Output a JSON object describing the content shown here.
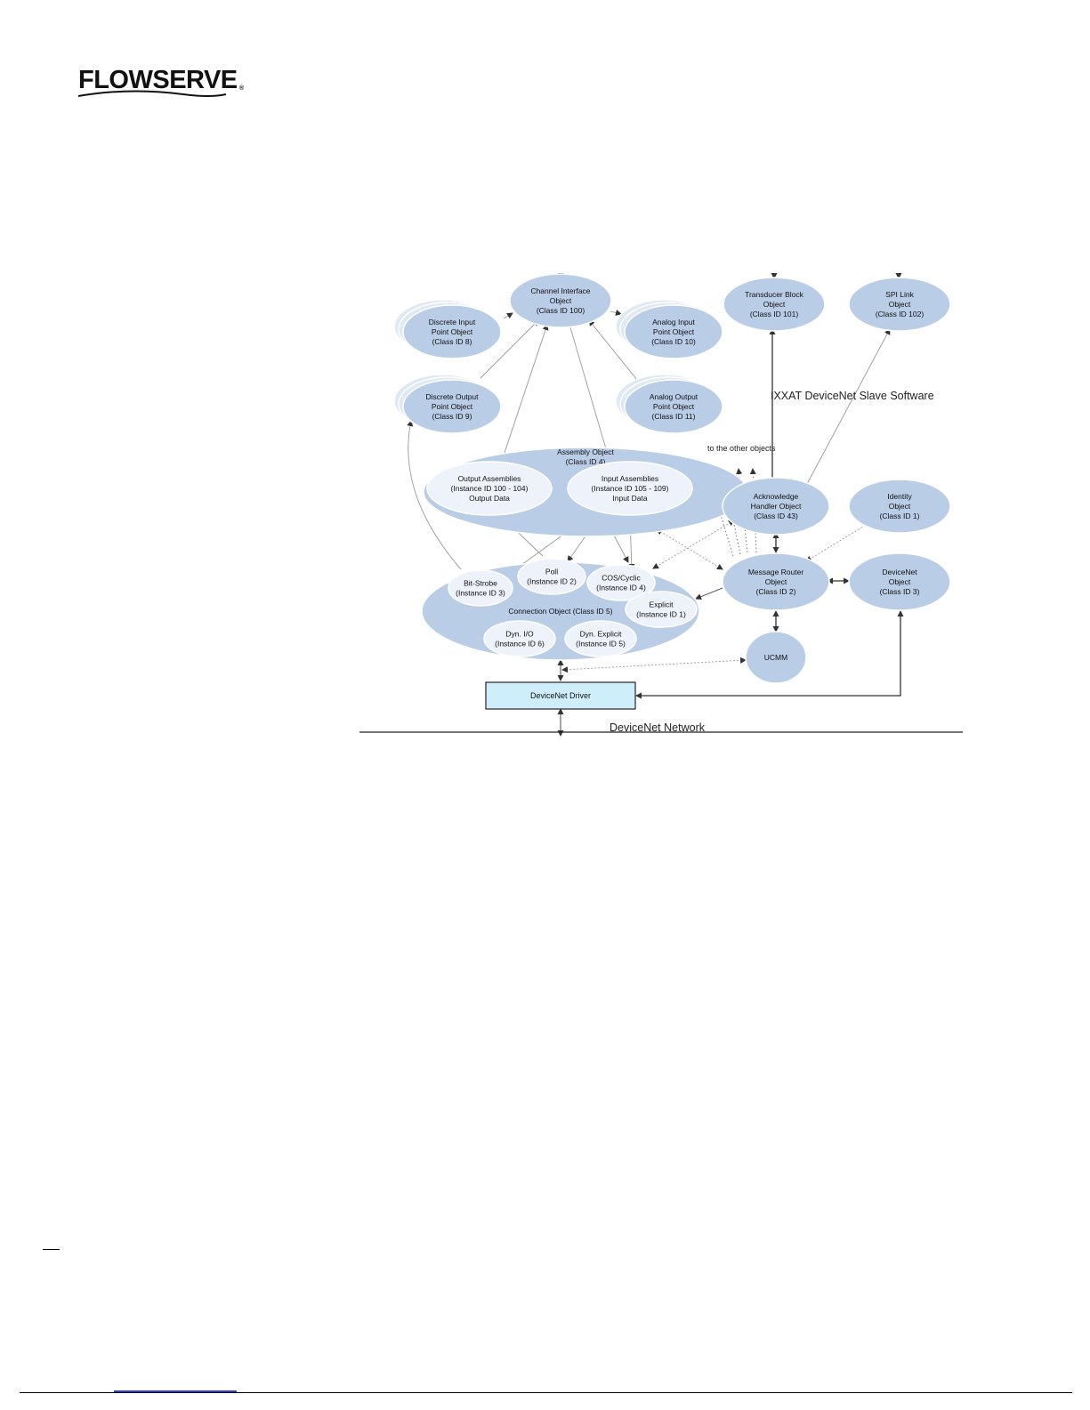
{
  "brand": {
    "logo_text": "FLOWSERVE",
    "registered": "®"
  },
  "diagram": {
    "network_label": "DeviceNet Network",
    "software_label": "IXXAT DeviceNet Slave Software",
    "to_other_objects": "to the other objects",
    "channel_interface": [
      "Channel Interface",
      "Object",
      "(Class ID 100)"
    ],
    "transducer_block": [
      "Transducer Block",
      "Object",
      "(Class ID 101)"
    ],
    "spi_link": [
      "SPI Link",
      "Object",
      "(Class ID 102)"
    ],
    "discrete_input": [
      "Discrete Input",
      "Point Object",
      "(Class ID 8)"
    ],
    "analog_input": [
      "Analog Input",
      "Point Object",
      "(Class ID 10)"
    ],
    "discrete_output": [
      "Discrete Output",
      "Point Object",
      "(Class ID 9)"
    ],
    "analog_output": [
      "Analog Output",
      "Point Object",
      "(Class ID 11)"
    ],
    "assembly": [
      "Assembly Object",
      "(Class ID 4)"
    ],
    "output_assemblies": [
      "Output Assemblies",
      "(Instance ID 100 - 104)",
      "Output Data"
    ],
    "input_assemblies": [
      "Input Assemblies",
      "(Instance ID 105 - 109)",
      "Input Data"
    ],
    "acknowledge_handler": [
      "Acknowledge",
      "Handler Object",
      "(Class ID 43)"
    ],
    "identity": [
      "Identity",
      "Object",
      "(Class ID 1)"
    ],
    "connection": [
      "Connection Object (Class ID 5)"
    ],
    "bit_strobe": [
      "Bit-Strobe",
      "(Instance ID 3)"
    ],
    "poll": [
      "Poll",
      "(Instance ID 2)"
    ],
    "cos_cyclic": [
      "COS/Cyclic",
      "(Instance ID 4)"
    ],
    "explicit": [
      "Explicit",
      "(Instance ID 1)"
    ],
    "dyn_io": [
      "Dyn. I/O",
      "(Instance ID 6)"
    ],
    "dyn_explicit": [
      "Dyn. Explicit",
      "(Instance ID 5)"
    ],
    "message_router": [
      "Message Router",
      "Object",
      "(Class ID 2)"
    ],
    "devicenet_object": [
      "DeviceNet",
      "Object",
      "(Class ID 3)"
    ],
    "ucmm": [
      "UCMM"
    ],
    "driver": [
      "DeviceNet Driver"
    ]
  },
  "colors": {
    "ellipse_fill": "#b9cde6",
    "inner_fill": "#eef2fb",
    "driver_fill": "#cfeefc",
    "line": "#999999"
  }
}
